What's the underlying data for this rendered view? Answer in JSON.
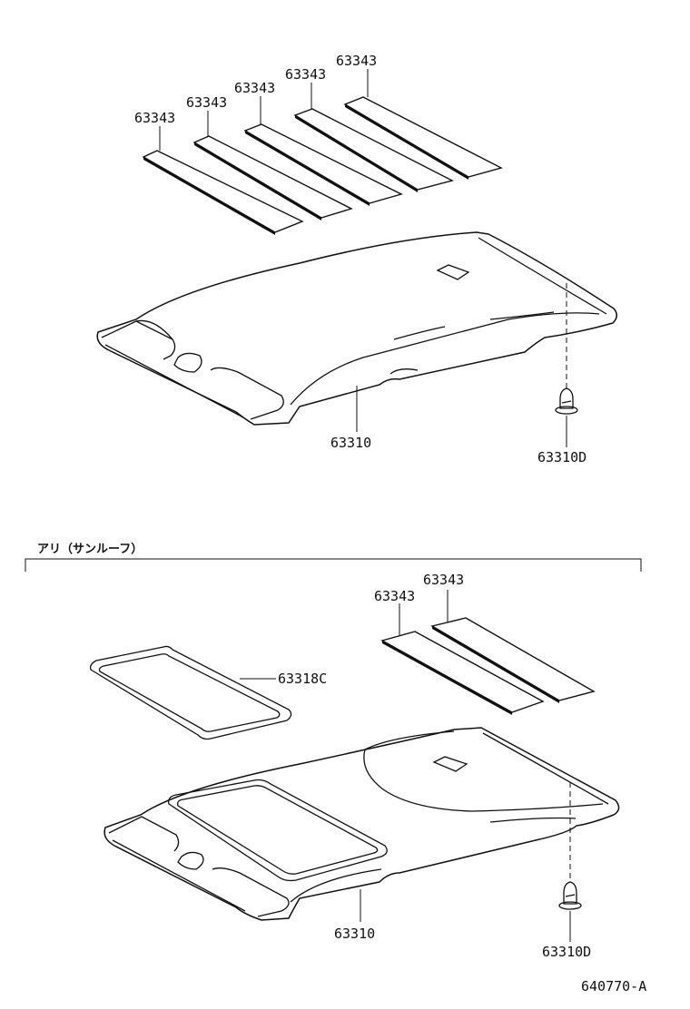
{
  "top_section": {
    "pad_labels": [
      "63343",
      "63343",
      "63343",
      "63343",
      "63343"
    ],
    "headliner_label": "63310",
    "clip_label": "63310D"
  },
  "bottom_section": {
    "heading": "アリ（サンルーフ）",
    "seal_label": "63318C",
    "pad_labels": [
      "63343",
      "63343"
    ],
    "headliner_label": "63310",
    "clip_label": "63310D"
  },
  "figure_code": "640770-A"
}
